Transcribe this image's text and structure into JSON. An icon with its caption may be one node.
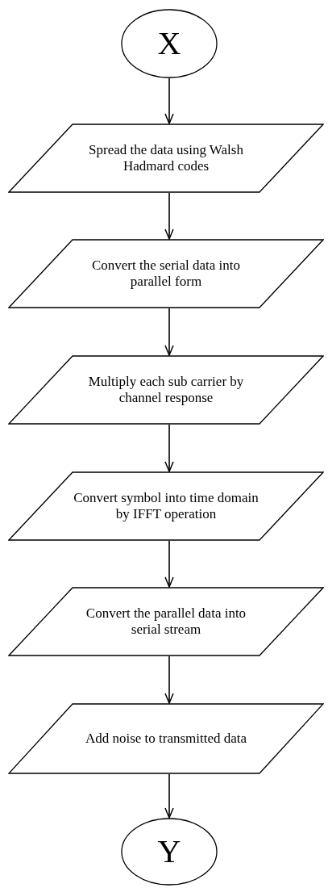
{
  "diagram": {
    "nodes": [
      {
        "text": [
          "X"
        ]
      },
      {
        "text": [
          "Spread the data using Walsh Hadmard codes"
        ]
      },
      {
        "text": [
          "Convert the serial data into parallel form"
        ]
      },
      {
        "text": [
          "Multiply each sub carrier by channel response"
        ]
      },
      {
        "text": [
          "Convert symbol into time domain by IFFT operation"
        ]
      },
      {
        "text": [
          "Convert the parallel data into serial stream"
        ]
      },
      {
        "text": [
          "Add noise to transmitted data"
        ]
      },
      {
        "text": [
          "Y"
        ]
      }
    ],
    "edges": [
      {
        "from": 0,
        "to": 1,
        "arrow": "to"
      },
      {
        "from": 1,
        "to": 2,
        "arrow": "to"
      },
      {
        "from": 2,
        "to": 3,
        "arrow": "to"
      },
      {
        "from": 3,
        "to": 4,
        "arrow": "to"
      },
      {
        "from": 4,
        "to": 5,
        "arrow": "to"
      },
      {
        "from": 5,
        "to": 6,
        "arrow": "to"
      },
      {
        "from": 6,
        "to": 7,
        "arrow": "to"
      }
    ]
  }
}
